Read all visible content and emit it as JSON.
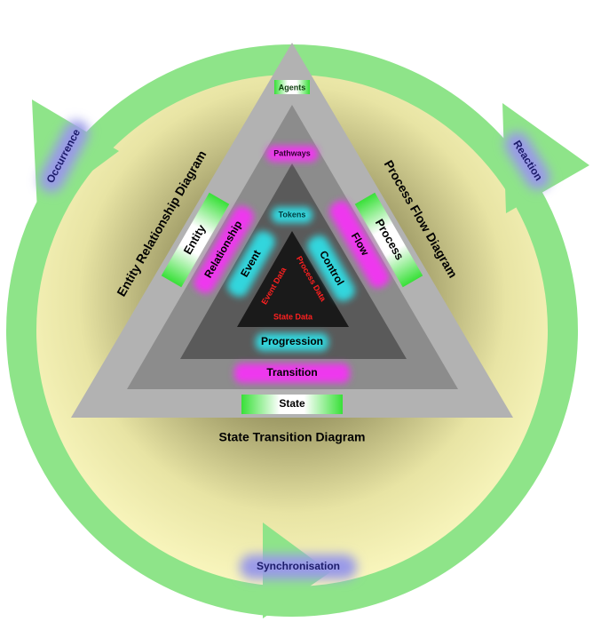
{
  "cycle": {
    "occurrence": "Occurrence",
    "reaction": "Reaction",
    "synchronisation": "Synchronisation"
  },
  "diagrams": {
    "erd": "Entity Relationship Diagram",
    "pfd": "Process Flow Diagram",
    "std": "State Transition Diagram"
  },
  "layers": {
    "outer": {
      "top": "Agents",
      "left": "Entity",
      "right": "Process",
      "bottom": "State"
    },
    "second": {
      "top": "Pathways",
      "left": "Relationship",
      "right": "Flow",
      "bottom": "Transition"
    },
    "third": {
      "top": "Tokens",
      "left": "Event",
      "right": "Control",
      "bottom": "Progression"
    },
    "core": {
      "left": "Event Data",
      "right": "Process Data",
      "bottom": "State Data"
    }
  },
  "colors": {
    "ring": "#8ee489",
    "disc_center": "#2c2c1a",
    "disc_edge": "#f7f4b6",
    "tri_outer": "#b2b2b2",
    "tri_second": "#8c8c8c",
    "tri_third": "#5a5a5a",
    "tri_core": "#1a1a1a",
    "green_bar": "#3fe63c",
    "magenta_glow": "#ee38ee",
    "cyan_glow": "#33d6dd",
    "core_text": "#ff2020",
    "label_blue": "#9a9ae8"
  }
}
